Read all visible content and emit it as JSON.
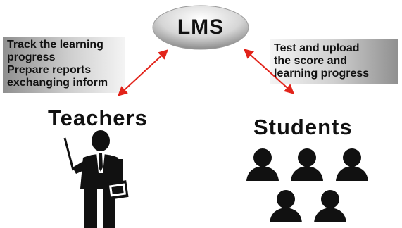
{
  "center": {
    "label": "LMS"
  },
  "teacher_note": {
    "lines": [
      "Track the learning",
      "progress",
      "Prepare reports",
      "exchanging inform"
    ]
  },
  "student_note": {
    "lines": [
      "Test and upload",
      "the score and",
      "learning progress"
    ]
  },
  "teachers": {
    "label": "Teachers",
    "icon": "teacher-presenting-icon"
  },
  "students": {
    "label": "Students",
    "icon": "student-group-icon",
    "count": 5
  },
  "colors": {
    "arrow": "#e2231a",
    "note_box_dark": "#8f8f8f",
    "note_box_light": "#f2f2f2",
    "figure": "#111111"
  }
}
